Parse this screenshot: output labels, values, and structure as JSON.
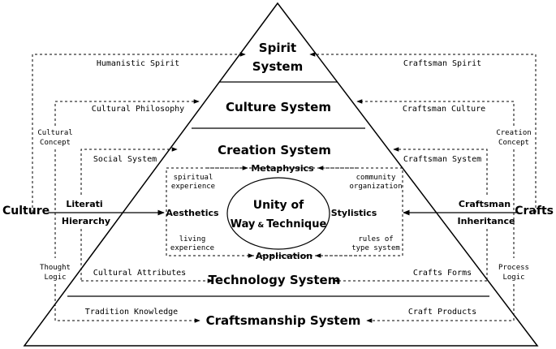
{
  "systems": {
    "spirit_line1": "Spirit",
    "spirit_line2": "System",
    "culture": "Culture System",
    "creation": "Creation System",
    "technology": "Technology System",
    "craftsmanship": "Craftsmanship System"
  },
  "center": {
    "line1": "Unity of",
    "line2_a": "Way",
    "line2_amp": "&",
    "line2_b": "Technique",
    "metaphysics": "Metaphysics",
    "application": "Application",
    "aesthetics": "Aesthetics",
    "stylistics": "Stylistics",
    "spiritual_1": "spiritual",
    "spiritual_2": "experience",
    "community_1": "community",
    "community_2": "organization",
    "living_1": "living",
    "living_2": "experience",
    "rules_1": "rules of",
    "rules_2": "type system"
  },
  "left": {
    "culture": "Culture",
    "humanistic_spirit": "Humanistic Spirit",
    "cultural_philosophy": "Cultural Philosophy",
    "cultural_concept_1": "Cultural",
    "cultural_concept_2": "Concept",
    "social_system": "Social System",
    "literati": "Literati",
    "hierarchy": "Hierarchy",
    "thought_1": "Thought",
    "thought_2": "Logic",
    "cultural_attributes": "Cultural Attributes",
    "tradition_knowledge": "Tradition Knowledge"
  },
  "right": {
    "crafts": "Crafts",
    "craftsman_spirit": "Craftsman Spirit",
    "craftsman_culture": "Craftsman Culture",
    "creation_concept_1": "Creation",
    "creation_concept_2": "Concept",
    "craftsman_system": "Craftsman System",
    "craftsman": "Craftsman",
    "inheritance": "Inheritance",
    "process_1": "Process",
    "process_2": "Logic",
    "crafts_forms": "Crafts Forms",
    "craft_products": "Craft Products"
  }
}
